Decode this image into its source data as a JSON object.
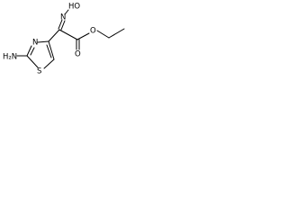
{
  "molecule": {
    "labels": {
      "hydroxyl": "HO",
      "imine_nitrogen": "N",
      "ester_oxygen": "O",
      "carbonyl_oxygen": "O",
      "amino": "H₂N",
      "ring_nitrogen": "N",
      "ring_sulfur": "S"
    }
  }
}
